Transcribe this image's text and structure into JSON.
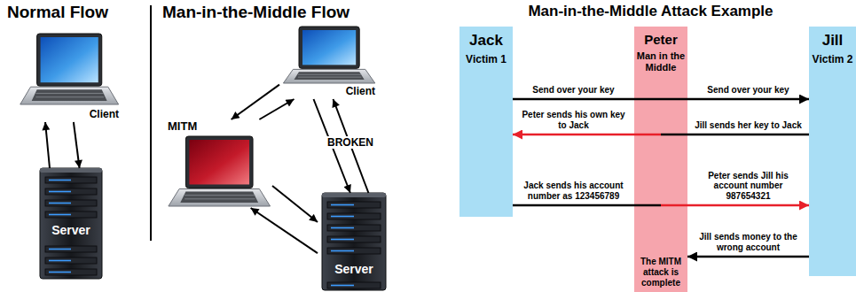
{
  "diagram": {
    "title": "Man-in-the-Middle Attack Example",
    "nodes": [
      {
        "text": [
          "Client"
        ]
      },
      {
        "text": [
          "Server"
        ]
      },
      {
        "text": [
          "Client"
        ]
      },
      {
        "text": [
          "MITM"
        ]
      },
      {
        "text": [
          "Server"
        ]
      },
      {
        "text": [
          "Jack",
          "Victim 1"
        ]
      },
      {
        "text": [
          "Peter",
          "Man in the Middle",
          "The MITM attack is complete"
        ]
      },
      {
        "text": [
          "Jill",
          "Victim 2"
        ]
      }
    ],
    "edges": [
      {
        "from": 1,
        "to": 0,
        "arrow": "to"
      },
      {
        "from": 0,
        "to": 1,
        "arrow": "to"
      },
      {
        "from": 2,
        "to": 3,
        "arrow": "to"
      },
      {
        "from": 3,
        "to": 2,
        "arrow": "to"
      },
      {
        "from": 3,
        "to": 4,
        "arrow": "to"
      },
      {
        "from": 4,
        "to": 3,
        "arrow": "to"
      },
      {
        "from": 2,
        "to": 4,
        "arrow": "to"
      },
      {
        "from": 4,
        "to": 2,
        "arrow": "to"
      },
      {
        "from": 5,
        "to": 6,
        "label": "Send over your key",
        "arrow": "none"
      },
      {
        "from": 6,
        "to": 7,
        "label": "Send over your key",
        "arrow": "to"
      },
      {
        "from": 7,
        "to": 6,
        "label": "Jill sends her key to Jack",
        "arrow": "none"
      },
      {
        "from": 6,
        "to": 5,
        "label": "Peter sends his own key to Jack",
        "arrow": "to"
      },
      {
        "from": 5,
        "to": 6,
        "label": "Jack sends his account number as 123456789",
        "arrow": "none"
      },
      {
        "from": 6,
        "to": 7,
        "label": "Peter sends Jill his account number 987654321",
        "arrow": "to"
      },
      {
        "from": 7,
        "to": 6,
        "label": "Jill sends money to the wrong account",
        "arrow": "to"
      }
    ],
    "labels": [
      "Normal Flow",
      "Man-in-the-Middle Flow",
      "BROKEN"
    ]
  }
}
